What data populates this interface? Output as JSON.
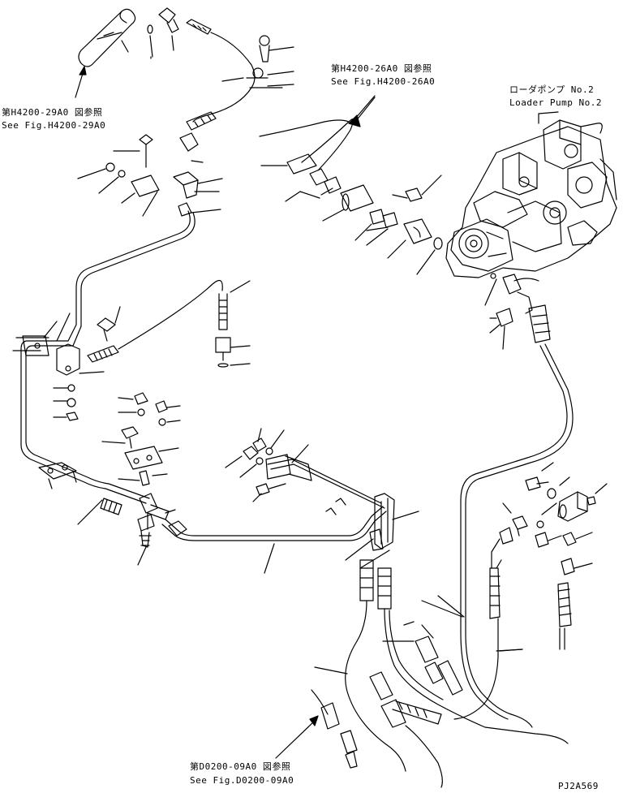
{
  "references": {
    "fig_h4200_26a0": {
      "jp": "第H4200-26A0 図参照",
      "en": "See Fig.H4200-26A0"
    },
    "fig_h4200_29a0": {
      "jp": "第H4200-29A0 図参照",
      "en": "See Fig.H4200-29A0"
    },
    "fig_d0200_09a0": {
      "jp": "第D0200-09A0 図参照",
      "en": "See Fig.D0200-09A0"
    }
  },
  "loader_pump": {
    "jp": "ローダポンプ No.2",
    "en": "Loader Pump No.2"
  },
  "drawing_code": "PJ2A569",
  "colors": {
    "ink": "#000000",
    "paper": "#ffffff"
  }
}
